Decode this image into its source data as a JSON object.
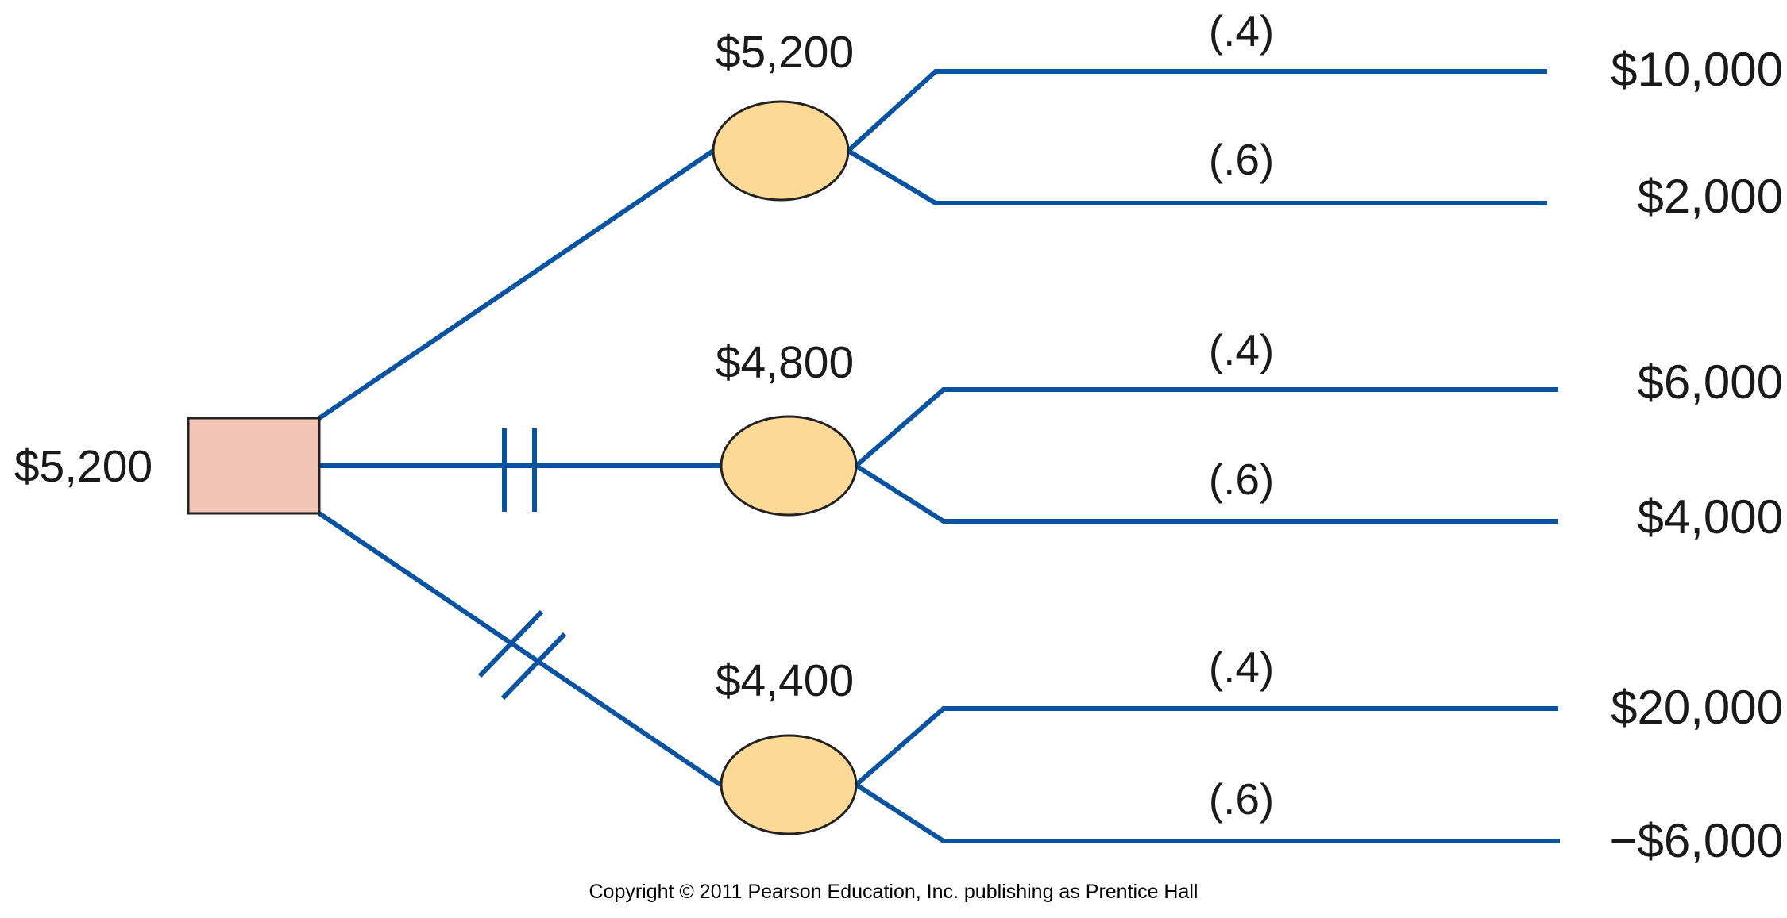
{
  "root": {
    "value": "$5,200"
  },
  "branches": [
    {
      "value": "$5,200",
      "pruned": false,
      "outcomes": [
        {
          "prob": "(.4)",
          "payoff": "$10,000"
        },
        {
          "prob": "(.6)",
          "payoff": "$2,000"
        }
      ]
    },
    {
      "value": "$4,800",
      "pruned": true,
      "outcomes": [
        {
          "prob": "(.4)",
          "payoff": "$6,000"
        },
        {
          "prob": "(.6)",
          "payoff": "$4,000"
        }
      ]
    },
    {
      "value": "$4,400",
      "pruned": true,
      "outcomes": [
        {
          "prob": "(.4)",
          "payoff": "$20,000"
        },
        {
          "prob": "(.6)",
          "payoff": "−$6,000"
        }
      ]
    }
  ],
  "copyright": "Copyright © 2011 Pearson Education, Inc. publishing as Prentice Hall",
  "colors": {
    "edge": "#0a53a0",
    "decision_node": "#f2c4b6",
    "chance_node": "#fdd997"
  }
}
